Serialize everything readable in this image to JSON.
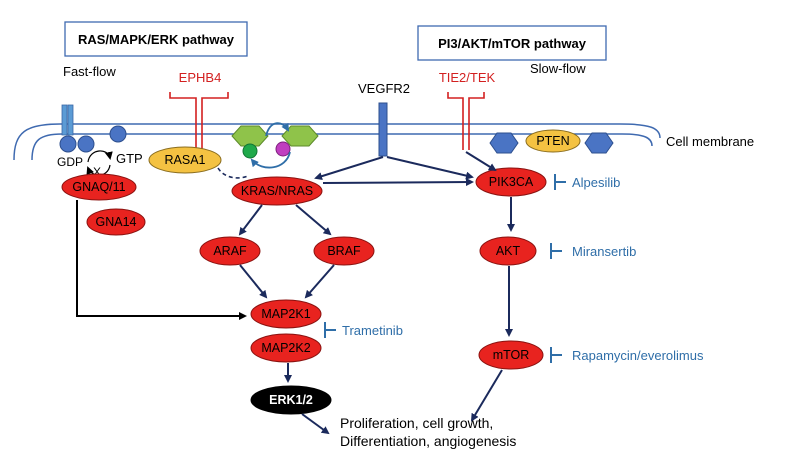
{
  "pathways": {
    "left_title": "RAS/MAPK/ERK pathway",
    "right_title": "PI3/AKT/mTOR pathway",
    "left_flow": "Fast-flow",
    "right_flow": "Slow-flow"
  },
  "membrane_label": "Cell membrane",
  "receptors": {
    "ephb4": "EPHB4",
    "vegfr2": "VEGFR2",
    "tie2": "TIE2/TEK"
  },
  "gprotein": {
    "gdp": "GDP",
    "gtp": "GTP",
    "x": "X"
  },
  "nodes": {
    "rasa1": "RASA1",
    "pten": "PTEN",
    "gnaq": "GNAQ/11",
    "gna14": "GNA14",
    "kras": "KRAS/NRAS",
    "araf": "ARAF",
    "braf": "BRAF",
    "map2k1": "MAP2K1",
    "map2k2": "MAP2K2",
    "erk": "ERK1/2",
    "pik3ca": "PIK3CA",
    "akt": "AKT",
    "mtor": "mTOR"
  },
  "drugs": {
    "alpesilib": "Alpesilib",
    "miransertib": "Miransertib",
    "trametinib": "Trametinib",
    "rapamycin": "Rapamycin/everolimus"
  },
  "outcome": {
    "line1": "Proliferation, cell growth,",
    "line2": "Differentiation, angiogenesis"
  },
  "colors": {
    "node_red": "#e8231f",
    "rasa_yellow": "#f4c242",
    "receptor_blue": "#4a74c4",
    "hexagon_green": "#8fc34a",
    "arrow_navy": "#1b2a5c",
    "drug_blue": "#2f6ea8",
    "receptor_red": "#d32020",
    "erk_black": "#000000"
  }
}
